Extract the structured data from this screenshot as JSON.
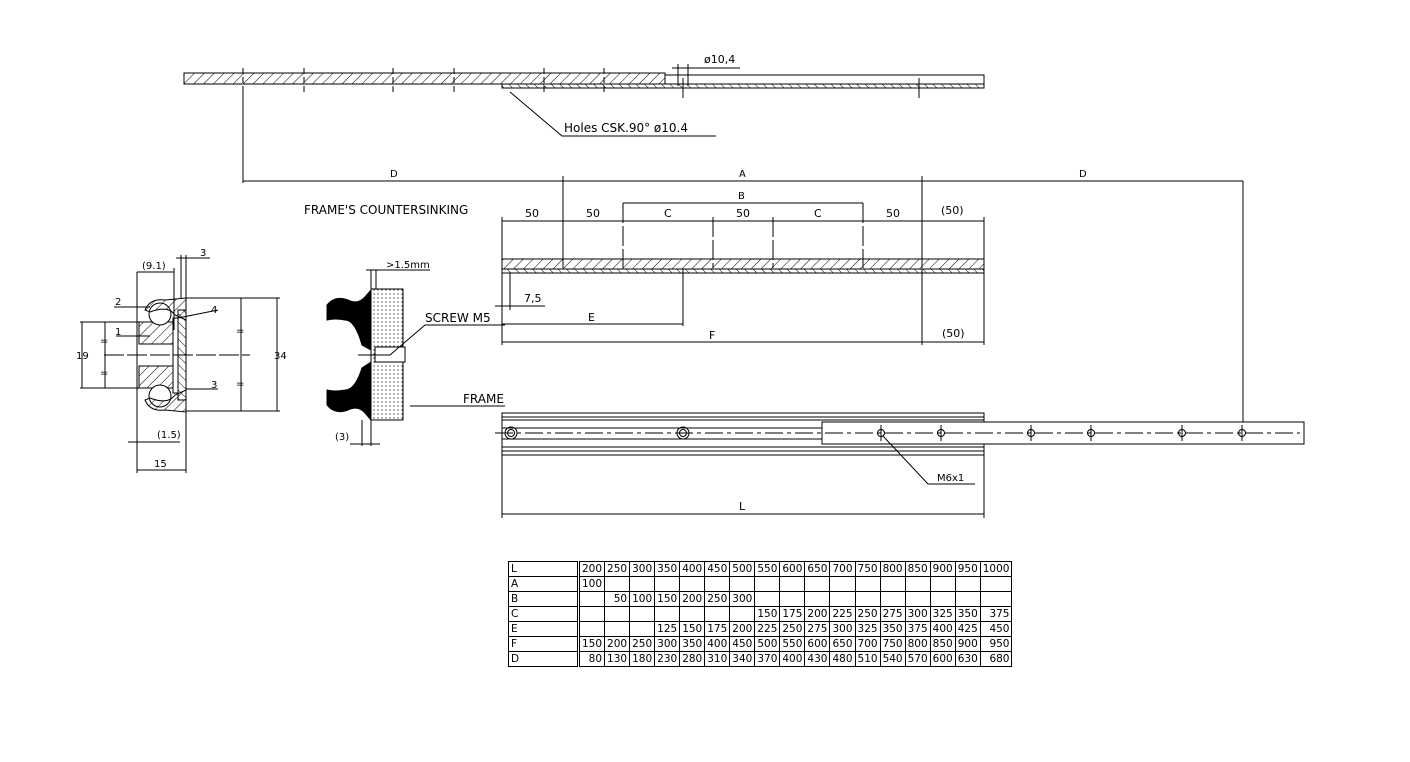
{
  "labels": {
    "top_hole_dim": "ø10,4",
    "holes_note": "Holes CSK.90° ø10.4",
    "dim_d_left": "D",
    "dim_a": "A",
    "dim_d_right": "D",
    "dim_b": "B",
    "frame_countersinking": "FRAME'S COUNTERSINKING",
    "seg_50_1": "50",
    "seg_50_2": "50",
    "seg_c_1": "C",
    "seg_50_3": "50",
    "seg_c_2": "C",
    "seg_50_4": "50",
    "seg_50_paren_top": "(50)",
    "dim_7_5": "7,5",
    "dim_e": "E",
    "dim_f": "F",
    "seg_50_paren_bottom": "(50)",
    "gap_1_5mm": ">1.5mm",
    "screw_m5": "SCREW M5",
    "frame": "FRAME",
    "dim_3_paren": "(3)",
    "m6x1": "M6x1",
    "dim_l": "L",
    "section_9_1": "(9.1)",
    "section_3_top": "3",
    "section_2": "2",
    "section_4": "4",
    "section_1": "1",
    "section_19": "19",
    "section_eq": "=",
    "section_34": "34",
    "section_3_bottom": "3",
    "section_1_5": "(1.5)",
    "section_15": "15"
  },
  "table": {
    "rows": [
      {
        "label": "L",
        "values": [
          "200",
          "250",
          "300",
          "350",
          "400",
          "450",
          "500",
          "550",
          "600",
          "650",
          "700",
          "750",
          "800",
          "850",
          "900",
          "950",
          "1000"
        ]
      },
      {
        "label": "A",
        "values": [
          "100",
          "",
          "",
          "",
          "",
          "",
          "",
          "",
          "",
          "",
          "",
          "",
          "",
          "",
          "",
          "",
          ""
        ]
      },
      {
        "label": "B",
        "values": [
          "",
          "50",
          "100",
          "150",
          "200",
          "250",
          "300",
          "",
          "",
          "",
          "",
          "",
          "",
          "",
          "",
          "",
          ""
        ]
      },
      {
        "label": "C",
        "values": [
          "",
          "",
          "",
          "",
          "",
          "",
          "",
          "150",
          "175",
          "200",
          "225",
          "250",
          "275",
          "300",
          "325",
          "350",
          "375"
        ]
      },
      {
        "label": "E",
        "values": [
          "",
          "",
          "",
          "125",
          "150",
          "175",
          "200",
          "225",
          "250",
          "275",
          "300",
          "325",
          "350",
          "375",
          "400",
          "425",
          "450"
        ]
      },
      {
        "label": "F",
        "values": [
          "150",
          "200",
          "250",
          "300",
          "350",
          "400",
          "450",
          "500",
          "550",
          "600",
          "650",
          "700",
          "750",
          "800",
          "850",
          "900",
          "950"
        ]
      },
      {
        "label": "D",
        "values": [
          "80",
          "130",
          "180",
          "230",
          "280",
          "310",
          "340",
          "370",
          "400",
          "430",
          "480",
          "510",
          "540",
          "570",
          "600",
          "630",
          "680"
        ]
      }
    ]
  }
}
